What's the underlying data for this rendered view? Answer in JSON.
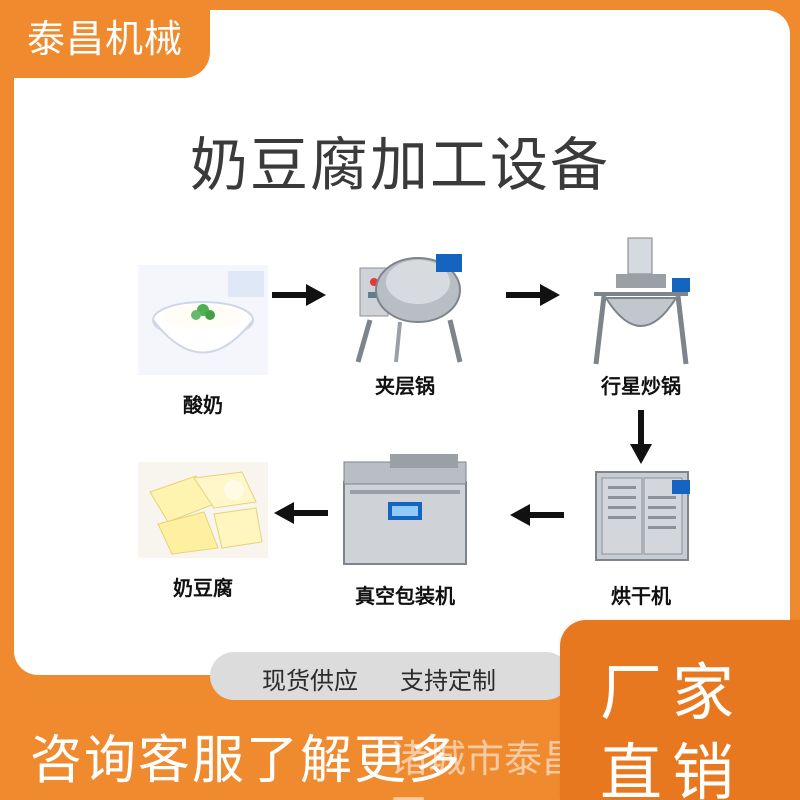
{
  "brand": "泰昌机械",
  "title": "奶豆腐加工设备",
  "process": {
    "steps": [
      {
        "label": "酸奶",
        "icon": "yogurt-bowl-icon"
      },
      {
        "label": "夹层锅",
        "icon": "jacketed-kettle-icon"
      },
      {
        "label": "行星炒锅",
        "icon": "planetary-wok-icon"
      },
      {
        "label": "烘干机",
        "icon": "drying-oven-icon"
      },
      {
        "label": "真空包装机",
        "icon": "vacuum-packer-icon"
      },
      {
        "label": "奶豆腐",
        "icon": "milk-tofu-icon"
      }
    ]
  },
  "bottom": {
    "pill_left": "现货供应",
    "pill_right": "支持定制",
    "consult": "咨询客服了解更多",
    "watermark": "诸城市泰昌机械有限公司",
    "badge_line1": "厂家",
    "badge_line2": "直销"
  },
  "colors": {
    "accent": "#f08a2f",
    "accent_dark": "#e8781f",
    "text": "#3a3a3a"
  }
}
